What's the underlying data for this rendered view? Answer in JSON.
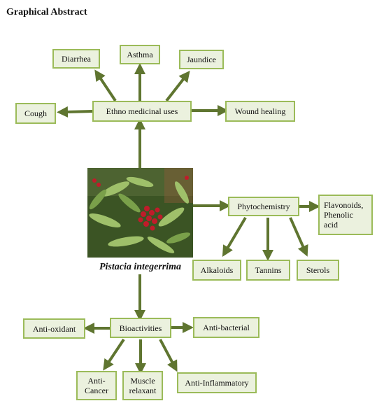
{
  "heading": "Graphical Abstract",
  "colors": {
    "arrow": "#5f7530",
    "box_fill": "#ebf1de",
    "box_border": "#9bbb59"
  },
  "center": {
    "species": "Pistacia integerrima",
    "image": "photo of Pistacia integerrima foliage with red berries"
  },
  "ethno": {
    "hub": "Ethno medicinal uses",
    "uses": [
      "Diarrhea",
      "Asthma",
      "Jaundice",
      "Cough",
      "Wound healing"
    ]
  },
  "phyto": {
    "hub": "Phytochemistry",
    "side": "Flavonoids,\nPhenolic\nacid",
    "classes": [
      "Alkaloids",
      "Tannins",
      "Sterols"
    ]
  },
  "bio": {
    "hub": "Bioactivities",
    "side": [
      "Anti-oxidant",
      "Anti-bacterial"
    ],
    "bottom": [
      "Anti-\nCancer",
      "Muscle\nrelaxant",
      "Anti-Inflammatory"
    ]
  }
}
